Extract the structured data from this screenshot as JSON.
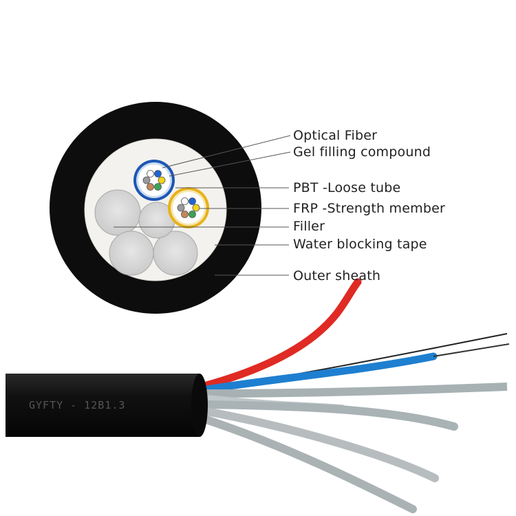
{
  "callouts": [
    {
      "key": "optical_fiber",
      "text": "Optical Fiber"
    },
    {
      "key": "gel",
      "text": "Gel filling compound"
    },
    {
      "key": "pbt",
      "text": "PBT -Loose tube"
    },
    {
      "key": "frp",
      "text": "FRP -Strength member"
    },
    {
      "key": "filler",
      "text": "Filler"
    },
    {
      "key": "tape",
      "text": "Water blocking tape"
    },
    {
      "key": "sheath",
      "text": "Outer sheath"
    }
  ],
  "cable_print": "GYFTY - 12B1.3",
  "colors": {
    "sheath": "#0d0d0d",
    "tape": "#f4f2ee",
    "filler": "#d8d8d8",
    "tube_blue": "#1d56b3",
    "tube_yellow": "#e7b21a",
    "wire_red": "#e02a24",
    "wire_blue": "#1e7fd0",
    "leader_line": "#555555"
  },
  "fiber_colors": [
    "#1e63d6",
    "#f2d21a",
    "#3aa457",
    "#c4875a",
    "#9a9a9a",
    "#ffffff"
  ]
}
